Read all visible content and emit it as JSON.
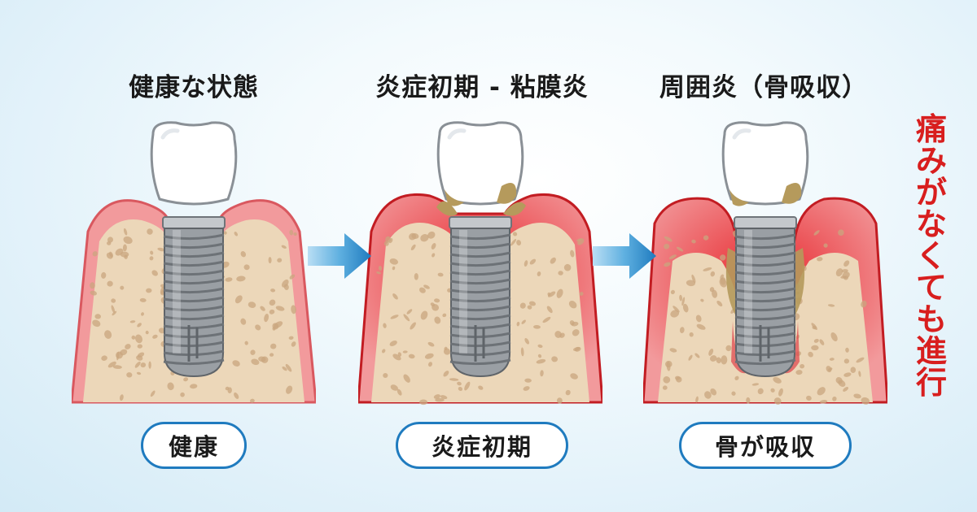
{
  "stages": [
    {
      "title": "健康な状態",
      "badge": "健康"
    },
    {
      "title": "炎症初期 - 粘膜炎",
      "badge": "炎症初期"
    },
    {
      "title": "周囲炎（骨吸収）",
      "badge": "骨が吸収"
    }
  ],
  "side_note": "痛みがなくても進行",
  "colors": {
    "gum": "#f29a9c",
    "gum_edge": "#d9585f",
    "inflamed": "#e8282e",
    "bone": "#ecd7b9",
    "bone_pore": "#c9a57f",
    "crown": "#ffffff",
    "implant": "#9a9fa4",
    "plaque": "#b59a5c",
    "arrow": "#2a86c9",
    "badge_border": "#1f7bbf",
    "note_text": "#d81e1e"
  }
}
